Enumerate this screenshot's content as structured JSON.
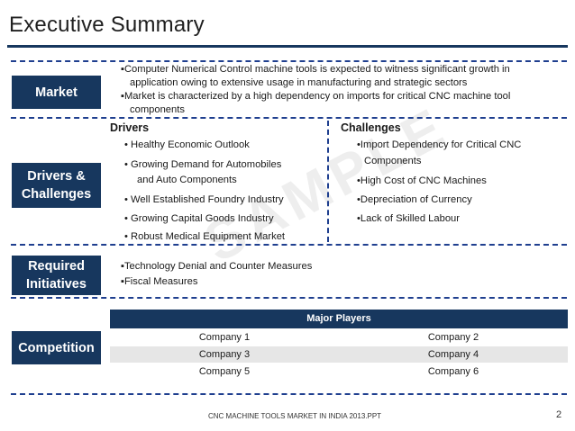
{
  "title": "Executive Summary",
  "watermark": "SAMPLE",
  "market": {
    "label": "Market",
    "points": [
      [
        "▪Computer Numerical Control machine tools is expected to witness significant growth in",
        "application owing to extensive usage in manufacturing and strategic sectors"
      ],
      [
        "▪Market is characterized by a high dependency on imports for critical CNC machine tool",
        "components"
      ]
    ]
  },
  "drivers_challenges": {
    "label_line1": "Drivers &",
    "label_line2": "Challenges",
    "drivers_heading": "Drivers",
    "drivers": [
      [
        "• Healthy Economic Outlook"
      ],
      [
        "• Growing Demand for Automobiles",
        "and Auto Components"
      ],
      [
        "• Well Established Foundry Industry"
      ],
      [
        "• Growing Capital Goods Industry"
      ],
      [
        "• Robust Medical Equipment Market"
      ]
    ],
    "challenges_heading": "Challenges",
    "challenges": [
      [
        "•Import Dependency for Critical CNC",
        "Components"
      ],
      [
        "•High Cost of CNC Machines"
      ],
      [
        "•Depreciation of Currency"
      ],
      [
        "•Lack of Skilled Labour"
      ]
    ]
  },
  "initiatives": {
    "label_line1": "Required",
    "label_line2": "Initiatives",
    "points": [
      "▪Technology Denial and Counter Measures",
      "▪Fiscal Measures"
    ]
  },
  "competition": {
    "label": "Competition",
    "table_header": "Major Players",
    "rows": [
      [
        "Company 1",
        "Company 2"
      ],
      [
        "Company 3",
        "Company 4"
      ],
      [
        "Company 5",
        "Company 6"
      ]
    ]
  },
  "footer": {
    "text": "CNC MACHINE TOOLS MARKET IN INDIA 2013.PPT",
    "page_number": "2"
  },
  "colors": {
    "label_bg": "#17375e",
    "dash": "#1f3f8f",
    "table_alt_row": "#e6e6e6"
  }
}
